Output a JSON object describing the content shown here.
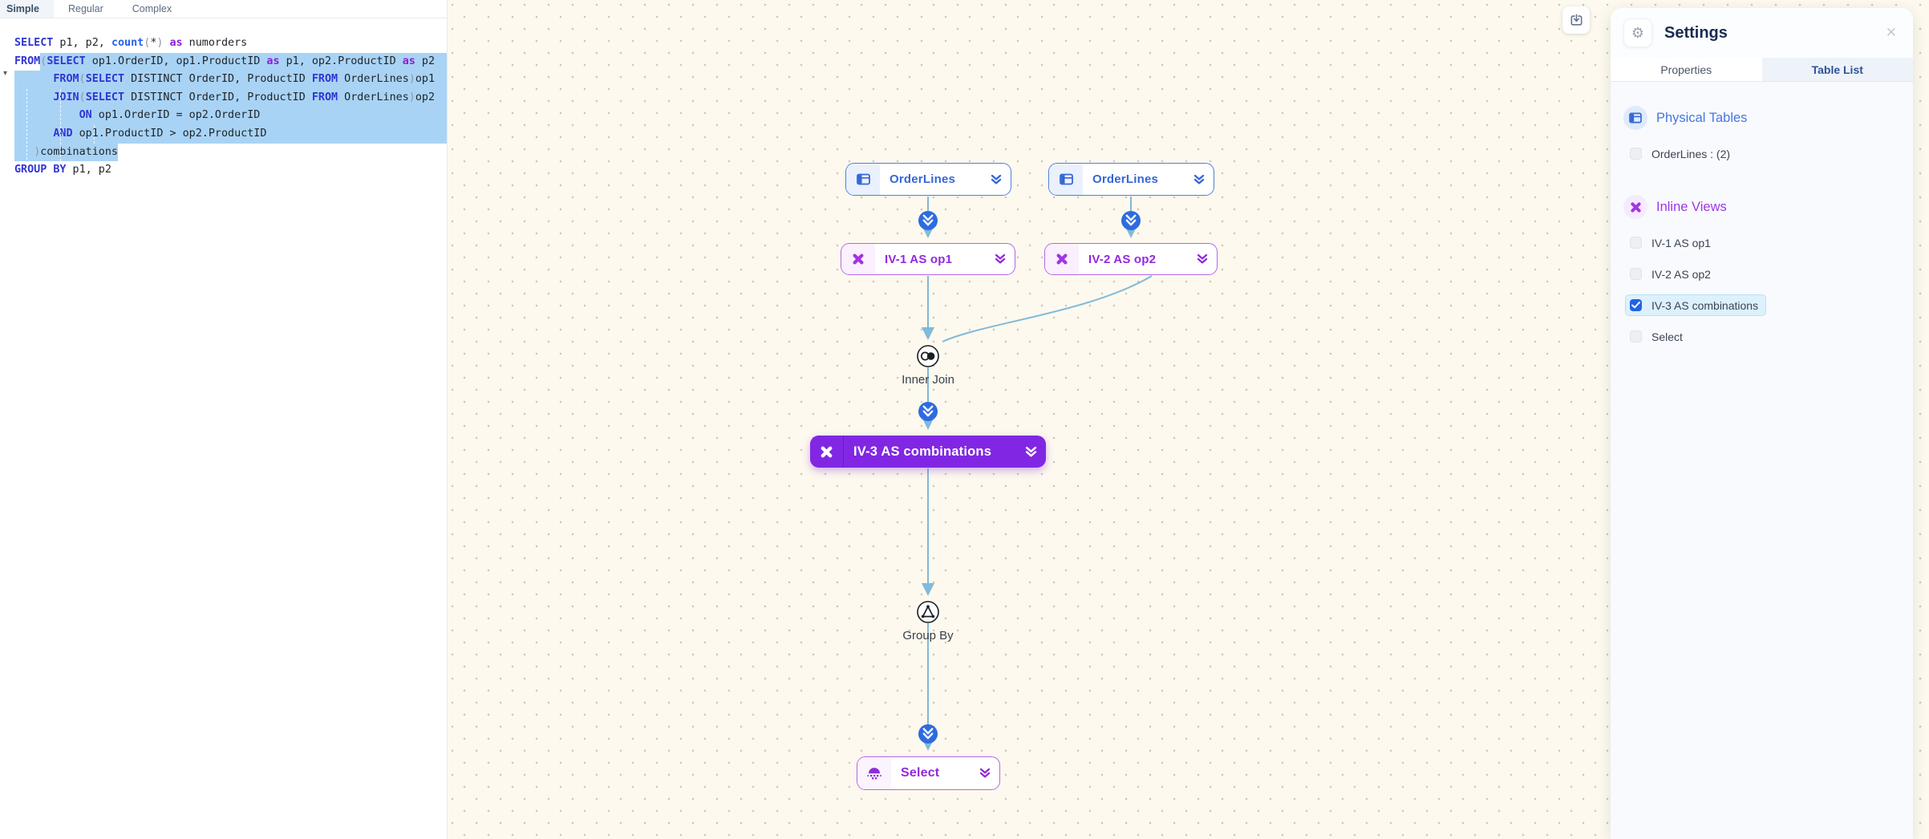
{
  "editor": {
    "tabs": [
      {
        "label": "Simple",
        "active": true
      },
      {
        "label": "Regular",
        "active": false
      },
      {
        "label": "Complex",
        "active": false
      }
    ],
    "lines": [
      {
        "pre": [
          [
            "kw",
            "SELECT"
          ],
          [
            "id",
            " p1, p2, "
          ],
          [
            "fn",
            "count"
          ],
          [
            "par",
            "("
          ],
          [
            "id",
            "*"
          ],
          [
            "par",
            ")"
          ],
          [
            "id",
            " "
          ],
          [
            "as",
            "as"
          ],
          [
            "id",
            " numorders"
          ]
        ],
        "sel": [],
        "grow": false
      },
      {
        "pre": [
          [
            "kw",
            "FROM"
          ]
        ],
        "sel": [
          [
            "par",
            "("
          ],
          [
            "kw",
            "SELECT"
          ],
          [
            "id",
            " op1.OrderID, op1.ProductID "
          ],
          [
            "as",
            "as"
          ],
          [
            "id",
            " p1, op2.ProductID "
          ],
          [
            "as",
            "as"
          ],
          [
            "id",
            " p2"
          ]
        ],
        "grow": true
      },
      {
        "pre": [],
        "sel": [
          [
            "id",
            "      "
          ],
          [
            "kw",
            "FROM"
          ],
          [
            "par",
            "("
          ],
          [
            "kw",
            "SELECT"
          ],
          [
            "id",
            " DISTINCT OrderID, ProductID "
          ],
          [
            "kw",
            "FROM"
          ],
          [
            "id",
            " OrderLines"
          ],
          [
            "par",
            ")"
          ],
          [
            "id",
            "op1"
          ]
        ],
        "grow": true
      },
      {
        "pre": [],
        "sel": [
          [
            "id",
            "      "
          ],
          [
            "kw",
            "JOIN"
          ],
          [
            "par",
            "("
          ],
          [
            "kw",
            "SELECT"
          ],
          [
            "id",
            " DISTINCT OrderID, ProductID "
          ],
          [
            "kw",
            "FROM"
          ],
          [
            "id",
            " OrderLines"
          ],
          [
            "par",
            ")"
          ],
          [
            "id",
            "op2"
          ]
        ],
        "grow": true
      },
      {
        "pre": [],
        "sel": [
          [
            "id",
            "          "
          ],
          [
            "kw",
            "ON"
          ],
          [
            "id",
            " op1.OrderID = op2.OrderID"
          ]
        ],
        "grow": true
      },
      {
        "pre": [],
        "sel": [
          [
            "id",
            "      "
          ],
          [
            "kw",
            "AND"
          ],
          [
            "id",
            " op1.ProductID > op2.ProductID"
          ]
        ],
        "grow": true
      },
      {
        "pre": [],
        "sel": [
          [
            "id",
            "   "
          ],
          [
            "par",
            ")"
          ],
          [
            "id",
            "combinations"
          ]
        ],
        "grow": false
      },
      {
        "pre": [
          [
            "kw",
            "GROUP BY"
          ],
          [
            "id",
            " p1, p2"
          ]
        ],
        "sel": [],
        "grow": false
      }
    ]
  },
  "canvas": {
    "nodes": {
      "orderlines1": {
        "label": "OrderLines",
        "icon": "table-icon"
      },
      "orderlines2": {
        "label": "OrderLines",
        "icon": "table-icon"
      },
      "iv1": {
        "label": "IV-1 AS op1",
        "icon": "inline-view-icon"
      },
      "iv2": {
        "label": "IV-2 AS op2",
        "icon": "inline-view-icon"
      },
      "iv3": {
        "label": "IV-3 AS combinations",
        "icon": "inline-view-icon",
        "selected": true
      },
      "select": {
        "label": "Select",
        "icon": "select-icon"
      }
    },
    "operators": {
      "inner_join": "Inner Join",
      "group_by": "Group By"
    },
    "save_button_icon": "save-icon"
  },
  "settings": {
    "title": "Settings",
    "header_icon": "gear-icon",
    "close_icon": "close-icon",
    "tabs": [
      {
        "label": "Properties",
        "active": false
      },
      {
        "label": "Table List",
        "active": true
      }
    ],
    "sections": [
      {
        "title": "Physical Tables",
        "icon": "table-icon",
        "items": [
          {
            "label": "OrderLines : (2)",
            "checked": false,
            "highlighted": false
          }
        ]
      },
      {
        "title": "Inline Views",
        "icon": "inline-view-icon",
        "items": [
          {
            "label": "IV-1 AS op1",
            "checked": false,
            "highlighted": false
          },
          {
            "label": "IV-2 AS op2",
            "checked": false,
            "highlighted": false
          },
          {
            "label": "IV-3 AS combinations",
            "checked": true,
            "highlighted": true
          },
          {
            "label": "Select",
            "checked": false,
            "highlighted": false
          }
        ]
      }
    ]
  },
  "colors": {
    "canvas_bg": "#fdf9ee",
    "selection_bg": "#a9d3f5",
    "table_accent": "#3566d8",
    "inline_view_accent": "#9a27e2",
    "selected_node_bg": "#8127e3",
    "edge": "#82b9da",
    "badge_bg": "#2e6be0",
    "checkbox_checked": "#1f63e9"
  }
}
